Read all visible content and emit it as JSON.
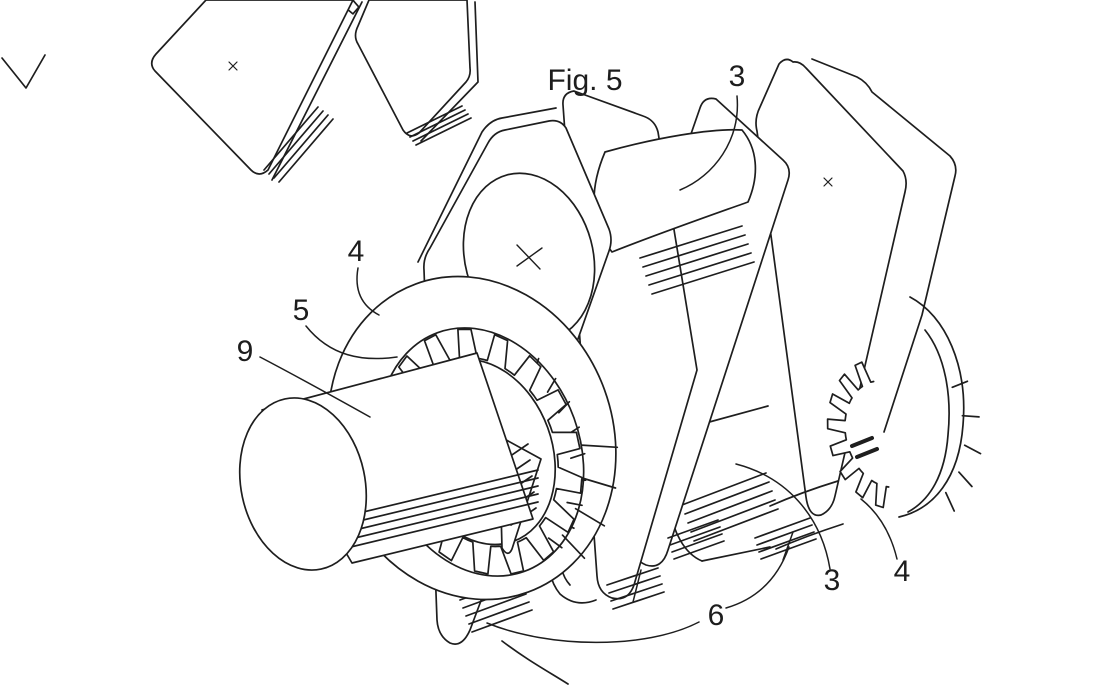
{
  "figure": {
    "caption": "Fig. 5",
    "drawing_type": "patent line drawing of a crankshaft assembly",
    "reference_numerals": [
      {
        "text": "3",
        "part": "crank-pin-top"
      },
      {
        "text": "4",
        "part": "toothed-flange-left"
      },
      {
        "text": "5",
        "part": "spline-ring"
      },
      {
        "text": "9",
        "part": "shaft-end"
      },
      {
        "text": "6",
        "part": "main-bearing-journals"
      },
      {
        "text": "3",
        "part": "crank-pin-right"
      },
      {
        "text": "4",
        "part": "toothed-flange-right"
      }
    ],
    "line_color": "#1e1e1e",
    "background_color": "#ffffff"
  }
}
